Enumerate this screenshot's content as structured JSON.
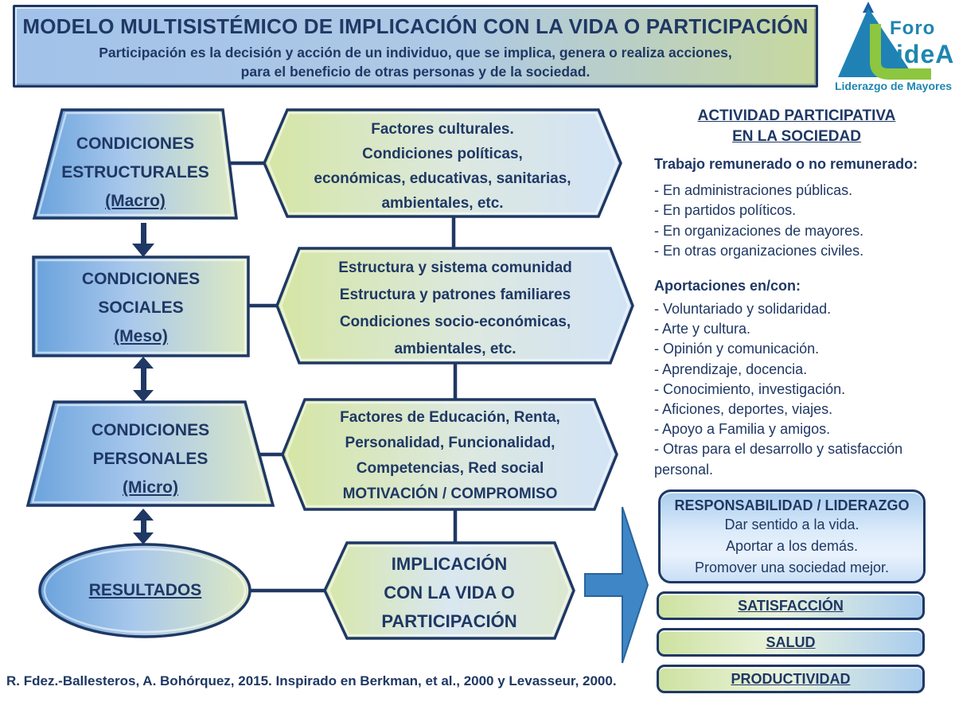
{
  "title": {
    "heading": "MODELO MULTISISTÉMICO DE IMPLICACIÓN CON LA VIDA O PARTICIPACIÓN",
    "subtitle1": "Participación es la decisión y acción de un individuo, que se implica, genera o realiza acciones,",
    "subtitle2": "para el beneficio de otras personas y de la sociedad."
  },
  "logo": {
    "word1": "Foro",
    "word2": "ideA",
    "tagline": "Liderazgo de Mayores"
  },
  "left_column": {
    "estructurales": {
      "line1": "CONDICIONES",
      "line2": "ESTRUCTURALES",
      "line3": "(Macro)"
    },
    "sociales": {
      "line1": "CONDICIONES",
      "line2": "SOCIALES",
      "line3": "(Meso)"
    },
    "personales": {
      "line1": "CONDICIONES",
      "line2": "PERSONALES",
      "line3": "(Micro)"
    },
    "resultados": "RESULTADOS"
  },
  "hexagons": {
    "culturales": {
      "lines": [
        "Factores culturales.",
        "Condiciones  políticas,",
        "económicas, educativas, sanitarias,",
        "ambientales, etc."
      ]
    },
    "comunidad": {
      "lines": [
        "Estructura y sistema comunidad",
        "Estructura  y patrones familiares",
        "Condiciones socio-económicas,",
        "ambientales, etc."
      ]
    },
    "educacion": {
      "lines": [
        "Factores de Educación, Renta,",
        "Personalidad, Funcionalidad,",
        "Competencias, Red social",
        "MOTIVACIÓN / COMPROMISO"
      ]
    },
    "implicacion": {
      "lines": [
        "IMPLICACIÓN",
        "CON LA VIDA O",
        "PARTICIPACIÓN"
      ]
    }
  },
  "right_panel": {
    "header_line1": "ACTIVIDAD PARTICIPATIVA",
    "header_line2": "EN LA SOCIEDAD",
    "work_section": {
      "title": "Trabajo remunerado o no remunerado:",
      "items": [
        "- En administraciones públicas.",
        "- En partidos políticos.",
        "- En organizaciones de mayores.",
        "- En otras organizaciones civiles."
      ]
    },
    "contrib_section": {
      "title": "Aportaciones en/con:",
      "items": [
        "- Voluntariado y solidaridad.",
        "- Arte y cultura.",
        "- Opinión y comunicación.",
        "- Aprendizaje, docencia.",
        "- Conocimiento, investigación.",
        "- Aficiones, deportes, viajes.",
        "- Apoyo a Familia y amigos.",
        "- Otras para el desarrollo y satisfacción personal."
      ]
    },
    "responsabilidad": {
      "title": "RESPONSABILIDAD / LIDERAZGO",
      "lines": [
        "Dar sentido a la vida.",
        "Aportar a los demás.",
        "Promover una sociedad mejor."
      ]
    },
    "outcome_bars": [
      "SATISFACCIÓN",
      "SALUD",
      "PRODUCTIVIDAD"
    ]
  },
  "footer": {
    "citation": "R. Fdez.-Ballesteros,  A. Bohórquez, 2015. Inspirado en Berkman, et al., 2000  y Levasseur, 2000."
  },
  "colors": {
    "navy": "#1f3864",
    "arrow_blue": "#3e86c6",
    "logo_teal": "#1e86b0",
    "logo_green": "#8dc63f"
  }
}
